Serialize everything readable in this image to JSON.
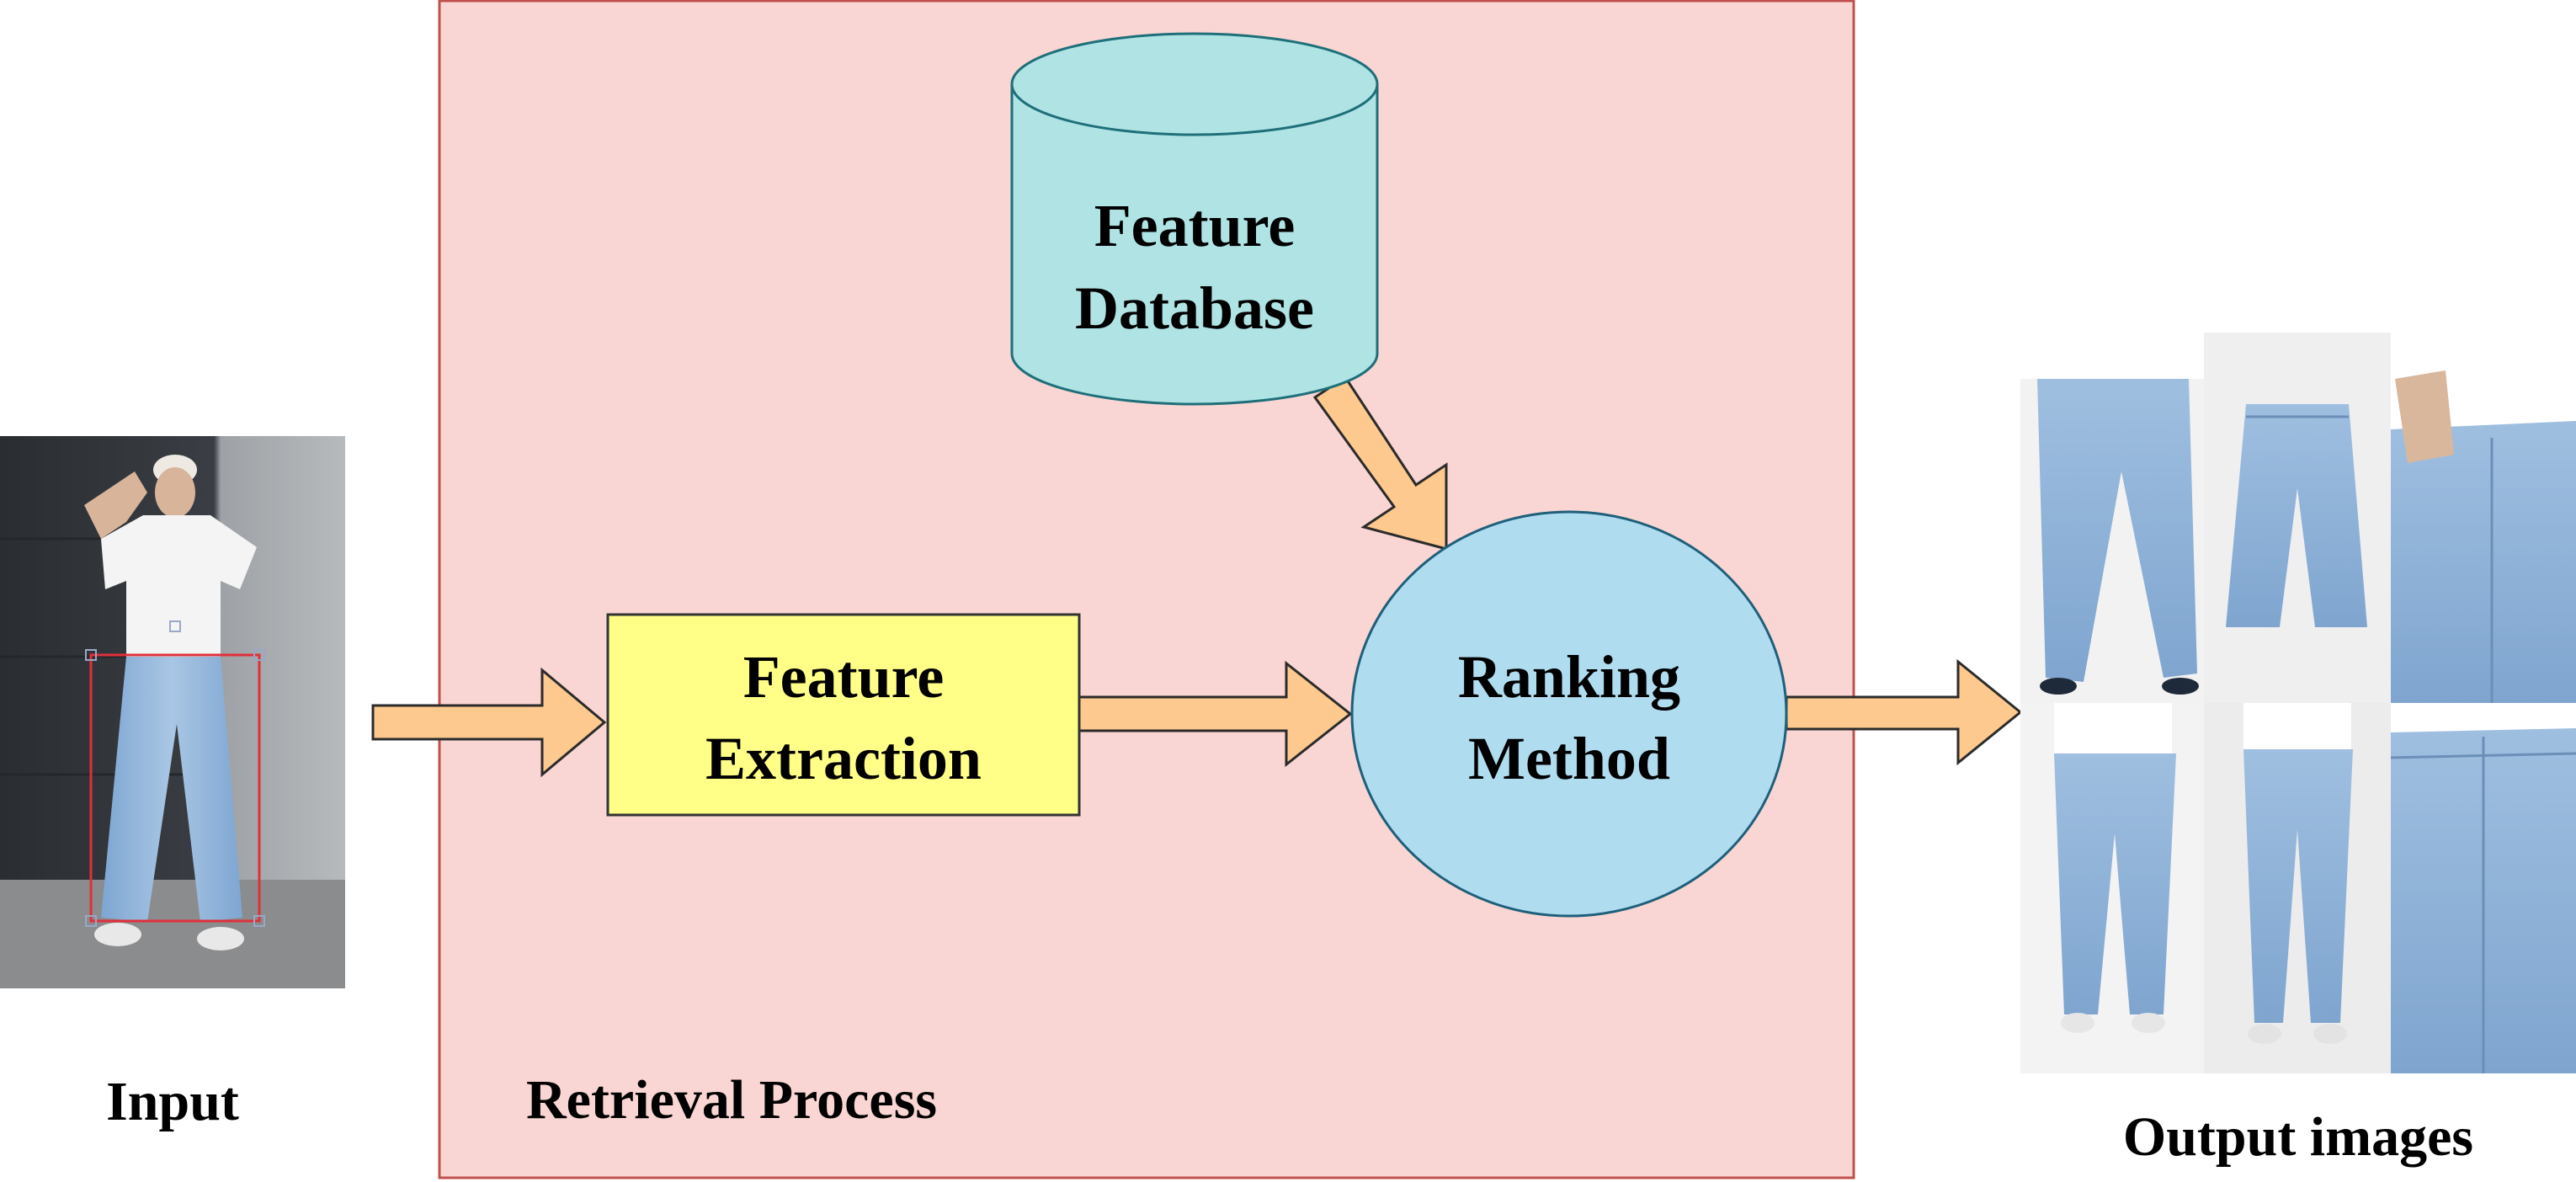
{
  "labels": {
    "input": "Input",
    "retrieval_process": "Retrieval Process",
    "output_images": "Output images"
  },
  "nodes": {
    "feature_database": {
      "line1": "Feature",
      "line2": "Database"
    },
    "feature_extraction": {
      "line1": "Feature",
      "line2": "Extraction"
    },
    "ranking_method": {
      "line1": "Ranking",
      "line2": "Method"
    }
  },
  "colors": {
    "process_bg": "#f9d6d3",
    "process_border": "#c0504d",
    "database_fill": "#b0e3e4",
    "database_stroke": "#1e6f7a",
    "extraction_fill": "#ffff88",
    "ranking_fill": "#b0dcf0",
    "ranking_stroke": "#1e5f7a",
    "arrow_fill": "#fdc98f",
    "denim": "#8fb5da"
  }
}
